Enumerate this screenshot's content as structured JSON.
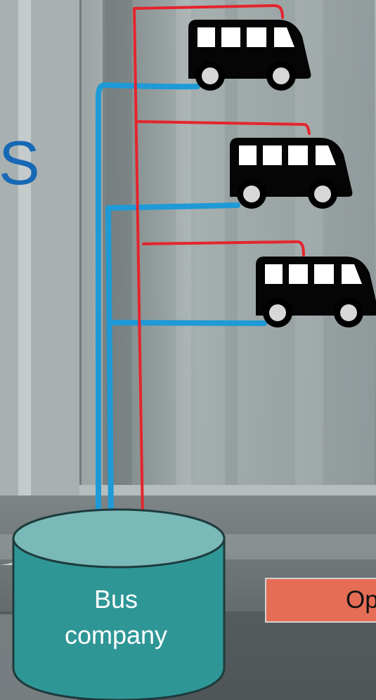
{
  "diagram": {
    "left_partial_text": "S",
    "database": {
      "label_line1": "Bus",
      "label_line2": "company"
    },
    "button_partial_text": "Op",
    "colors": {
      "blue_line": "#1f9ad6",
      "red_line": "#e5242d",
      "database_fill": "#2f9696",
      "database_top": "#79b9b8",
      "database_stroke": "#1d3b3d",
      "button_fill": "#e56d55",
      "text_blue": "#1769b5"
    },
    "icons": {
      "bus_icon": "bus-icon",
      "database_icon": "database-icon"
    }
  }
}
